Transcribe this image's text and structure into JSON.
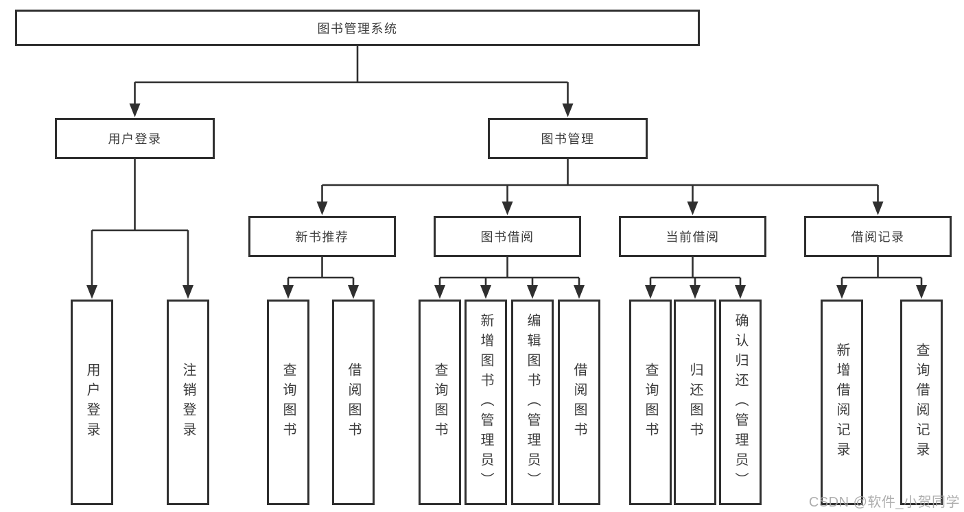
{
  "diagram": {
    "title": "图书管理系统",
    "kind": "function-structure-tree"
  },
  "colors": {
    "line": "#2f2f2f",
    "text": "#3d3d3d",
    "box_fill": "#ffffff",
    "background": "#ffffff",
    "watermark": "#a6a6a6"
  },
  "tree": {
    "label": "图书管理系统",
    "children": [
      {
        "label": "用户登录",
        "children": [
          {
            "label": "用户登录"
          },
          {
            "label": "注销登录"
          }
        ]
      },
      {
        "label": "图书管理",
        "children": [
          {
            "label": "新书推荐",
            "children": [
              {
                "label": "查询图书"
              },
              {
                "label": "借阅图书"
              }
            ]
          },
          {
            "label": "图书借阅",
            "children": [
              {
                "label": "查询图书"
              },
              {
                "label": "新增图书（管理员）"
              },
              {
                "label": "编辑图书（管理员）"
              },
              {
                "label": "借阅图书"
              }
            ]
          },
          {
            "label": "当前借阅",
            "children": [
              {
                "label": "查询图书"
              },
              {
                "label": "归还图书"
              },
              {
                "label": "确认归还（管理员）"
              }
            ]
          },
          {
            "label": "借阅记录",
            "children": [
              {
                "label": "新增借阅记录"
              },
              {
                "label": "查询借阅记录"
              }
            ]
          }
        ]
      }
    ]
  },
  "watermark": {
    "text": "CSDN @软件_小贺同学"
  }
}
